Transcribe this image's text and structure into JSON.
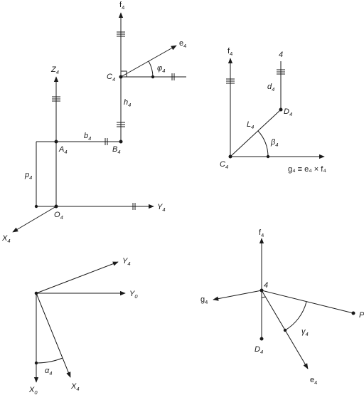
{
  "diagram": {
    "panel_a": {
      "labels": {
        "f4": {
          "main": "f",
          "sub": "4"
        },
        "e4": {
          "main": "e",
          "sub": "4"
        },
        "c4": {
          "main": "C",
          "sub": "4"
        },
        "phi4": {
          "main": "φ",
          "sub": "4"
        },
        "z4": {
          "main": "Z",
          "sub": "4"
        },
        "h4": {
          "main": "h",
          "sub": "4"
        },
        "b4": {
          "main": "b",
          "sub": "4"
        },
        "a4": {
          "main": "A",
          "sub": "4"
        },
        "bb4": {
          "main": "B",
          "sub": "4"
        },
        "p4": {
          "main": "p",
          "sub": "4"
        },
        "o4": {
          "main": "O",
          "sub": "4"
        },
        "y4": {
          "main": "Y",
          "sub": "4"
        },
        "x4": {
          "main": "X",
          "sub": "4"
        }
      }
    },
    "panel_b": {
      "labels": {
        "f4": {
          "main": "f",
          "sub": "4"
        },
        "n4": {
          "main": "4"
        },
        "d4len": {
          "main": "d",
          "sub": "4"
        },
        "dd4": {
          "main": "D",
          "sub": "4"
        },
        "l4": {
          "main": "L",
          "sub": "4"
        },
        "beta4": {
          "main": "β",
          "sub": "4"
        },
        "c4": {
          "main": "C",
          "sub": "4"
        },
        "g4eq": {
          "eq": "g₄ ≡ e₄ × f₄"
        }
      }
    },
    "panel_c": {
      "labels": {
        "y4": {
          "main": "Y",
          "sub": "4"
        },
        "y0": {
          "main": "Y",
          "sub": "0"
        },
        "alpha4": {
          "main": "α",
          "sub": "4"
        },
        "x0": {
          "main": "X",
          "sub": "0"
        },
        "x4": {
          "main": "X",
          "sub": "4"
        }
      }
    },
    "panel_d": {
      "labels": {
        "f4": {
          "main": "f",
          "sub": "4"
        },
        "n4": {
          "main": "4"
        },
        "g4": {
          "main": "g",
          "sub": "4"
        },
        "p": {
          "main": "P"
        },
        "gamma4": {
          "main": "γ",
          "sub": "4"
        },
        "dd4": {
          "main": "D",
          "sub": "4"
        },
        "e4": {
          "main": "e",
          "sub": "4"
        }
      }
    }
  }
}
